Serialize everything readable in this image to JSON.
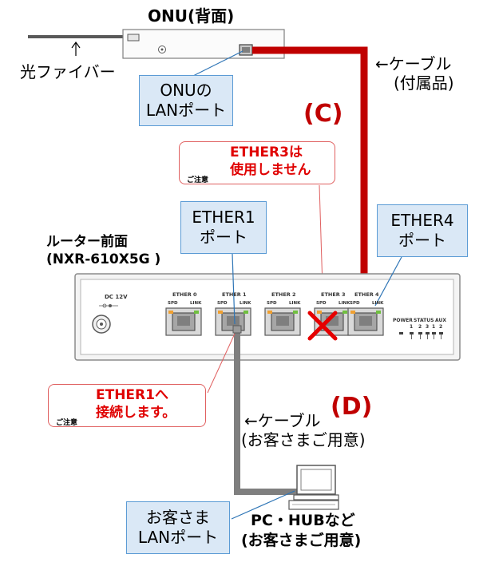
{
  "onu": {
    "title": "ONU(背面)",
    "fiber_label": "光ファイバー",
    "lan_port_label": [
      "ONUの",
      "LANポート"
    ]
  },
  "cable_c": {
    "label": [
      "←ケーブル",
      "(付属品)"
    ],
    "marker": "(C)",
    "color": "#c00000"
  },
  "cable_d": {
    "label": [
      "←ケーブル",
      "(お客さまご用意)"
    ],
    "marker": "(D)",
    "color": "#7f7f7f"
  },
  "warnings": {
    "ether3": {
      "text": [
        "ETHER3は",
        "使用しません"
      ],
      "caution": "ご注意"
    },
    "ether1": {
      "text": [
        "ETHER1へ",
        "接続します。"
      ],
      "caution": "ご注意"
    }
  },
  "router": {
    "title": [
      "ルーター前面",
      "(NXR-610X5G )"
    ],
    "dc_label": "DC 12V",
    "ports": [
      "ETHER 0",
      "ETHER 1",
      "ETHER 2",
      "ETHER 3",
      "ETHER 4"
    ],
    "spd": "SPD",
    "link": "LINK",
    "status_labels": [
      "POWER",
      "STATUS",
      "AUX"
    ],
    "status_nums": [
      "1",
      "2",
      "3",
      "1",
      "2"
    ]
  },
  "callouts": {
    "ether1_port": [
      "ETHER1",
      "ポート"
    ],
    "ether4_port": [
      "ETHER4",
      "ポート"
    ],
    "customer_lan": [
      "お客さま",
      "LANポート"
    ]
  },
  "pc": {
    "label": [
      "PC・HUBなど",
      "(お客さまご用意)"
    ]
  },
  "colors": {
    "callout_fill": "#dae8f6",
    "callout_border": "#5b9bd5",
    "warning_red": "#e00000",
    "x_mark": "#e60000"
  }
}
